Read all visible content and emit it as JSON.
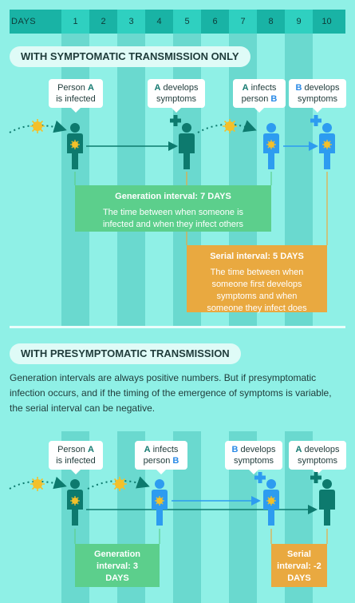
{
  "days_header": {
    "label": "DAYS",
    "days": [
      "1",
      "2",
      "3",
      "4",
      "5",
      "6",
      "7",
      "8",
      "9",
      "10"
    ]
  },
  "section1": {
    "title": "WITH SYMPTOMATIC TRANSMISSION ONLY",
    "bubbles": [
      {
        "line1_pre": "Person ",
        "line1_bold": "A",
        "line1_post": "",
        "line2": "is infected"
      },
      {
        "line1_pre": "",
        "line1_bold": "A",
        "line1_post": " develops",
        "line2": "symptoms"
      },
      {
        "line1_pre": "",
        "line1_bold": "A",
        "line1_post": " infects",
        "line2_pre": "person ",
        "line2_bold": "B"
      },
      {
        "line1_pre": "",
        "line1_bold": "B",
        "line1_post": " develops",
        "line2": "symptoms"
      }
    ],
    "generation_box": {
      "title": "Generation interval: 7 DAYS",
      "body": "The time between when someone is infected and when they infect others"
    },
    "serial_box": {
      "title": "Serial interval: 5 DAYS",
      "body": "The time between when someone first develops symptoms and when someone they infect does"
    }
  },
  "section2": {
    "title": "WITH PRESYMPTOMATIC TRANSMISSION",
    "paragraph": "Generation intervals are always positive numbers. But if presymptomatic infection occurs, and if the timing of the emergence of symptoms is variable, the serial interval can be negative.",
    "bubbles": [
      {
        "line1_pre": "Person ",
        "line1_bold": "A",
        "line1_post": "",
        "line2": "is infected"
      },
      {
        "line1_pre": "",
        "line1_bold": "A",
        "line1_post": " infects",
        "line2_pre": "person ",
        "line2_bold": "B"
      },
      {
        "line1_pre": "",
        "line1_bold": "B",
        "line1_post": " develops",
        "line2": "symptoms"
      },
      {
        "line1_pre": "",
        "line1_bold": "A",
        "line1_post": " develops",
        "line2": "symptoms"
      }
    ],
    "generation_box": {
      "title": "Generation interval: 3 DAYS"
    },
    "serial_box": {
      "title": "Serial interval: -2 DAYS"
    }
  },
  "colors": {
    "person_a": "#0d7a6e",
    "person_b": "#2d9cf0",
    "virus": "#f4c02a",
    "green_box": "#5ccf8c",
    "orange_box": "#e9a940"
  }
}
